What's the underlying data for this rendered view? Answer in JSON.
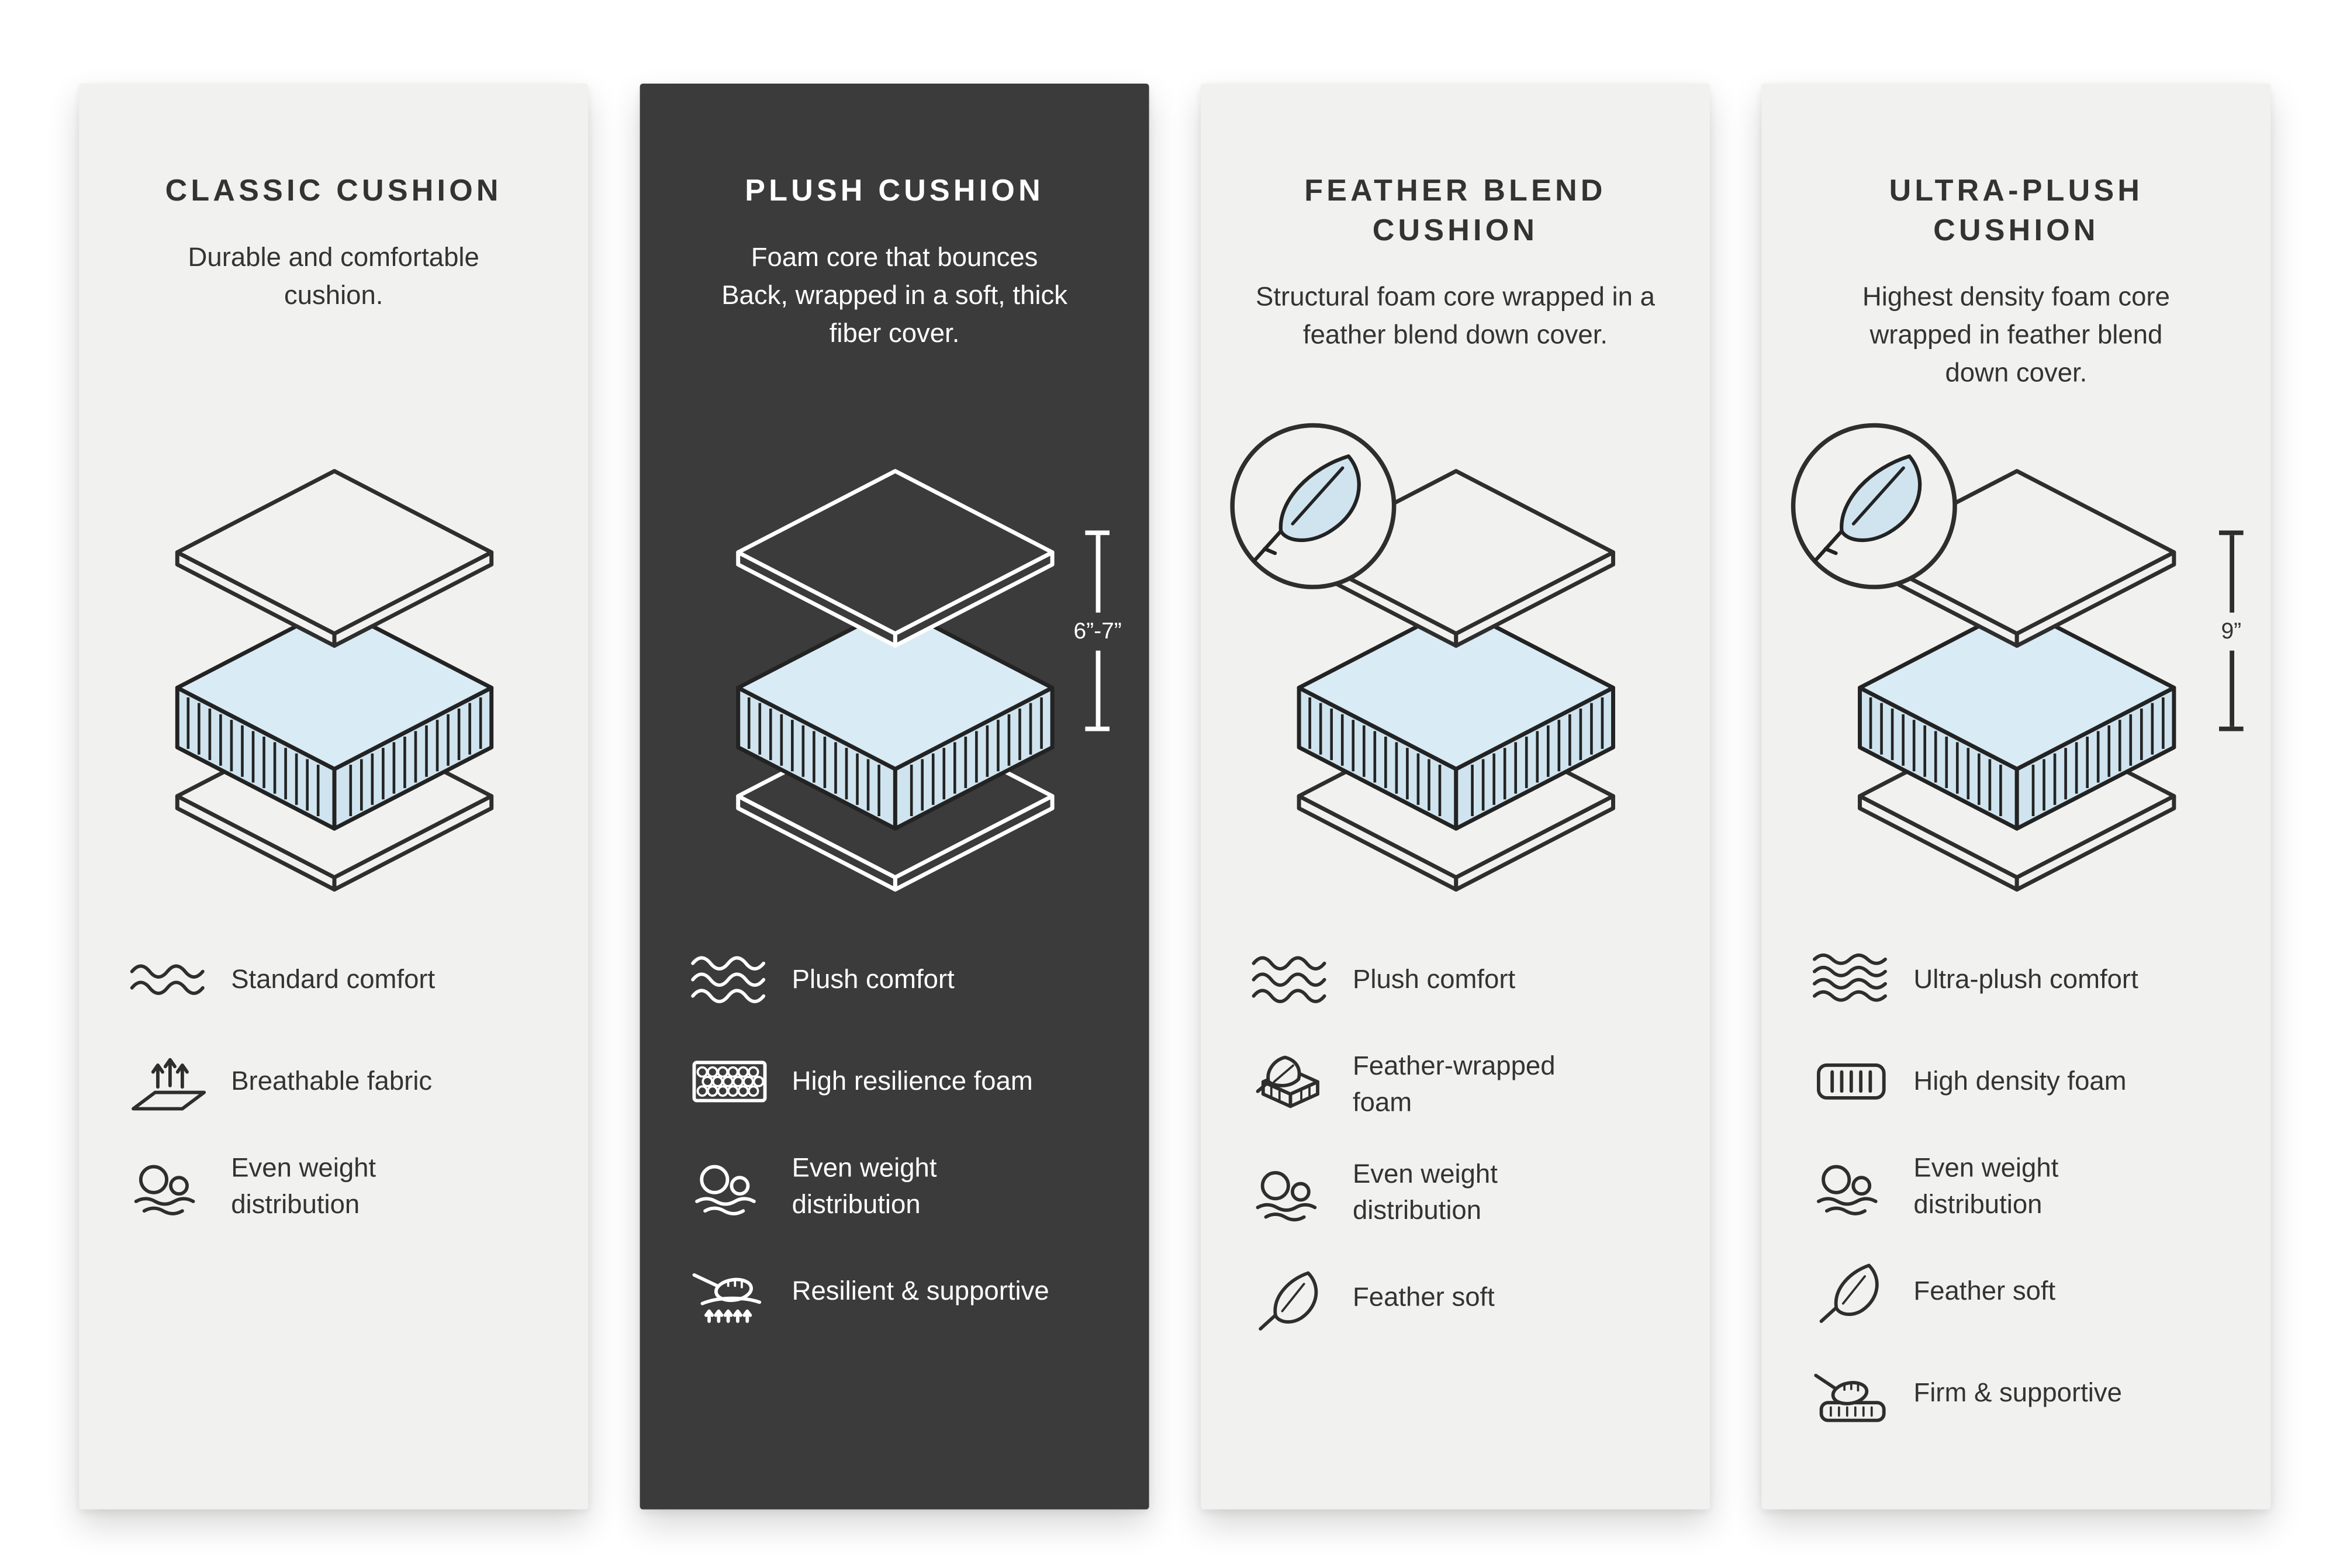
{
  "page": {
    "background": "#ffffff"
  },
  "colors": {
    "card_light": "#f1f1f0",
    "card_dark": "#3b3b3b",
    "foam_fill": "#cfe4ee",
    "foam_top_fill": "#d9ebf4",
    "outline_dark": "#2e2e2e",
    "outline_light": "#ffffff"
  },
  "cards": [
    {
      "id": "classic",
      "theme": "light",
      "title": "CLASSIC CUSHION",
      "description": "Durable and comfortable cushion.",
      "measurement": "",
      "badge": "",
      "features": [
        {
          "icon": "waves-2-icon",
          "label": "Standard comfort"
        },
        {
          "icon": "breathable-fabric-icon",
          "label": "Breathable fabric"
        },
        {
          "icon": "weight-distribution-icon",
          "label": "Even weight distribution"
        }
      ]
    },
    {
      "id": "plush",
      "theme": "dark",
      "title": "PLUSH CUSHION",
      "description": "Foam core that bounces Back, wrapped in a soft, thick fiber cover.",
      "measurement": "6”-7”",
      "badge": "",
      "features": [
        {
          "icon": "waves-3-icon",
          "label": "Plush comfort"
        },
        {
          "icon": "honeycomb-foam-icon",
          "label": "High resilience foam"
        },
        {
          "icon": "weight-distribution-icon",
          "label": "Even weight distribution"
        },
        {
          "icon": "resilient-supportive-icon",
          "label": "Resilient & supportive"
        }
      ]
    },
    {
      "id": "feather-blend",
      "theme": "light",
      "title": "FEATHER BLEND CUSHION",
      "description": "Structural foam core wrapped in a feather blend down cover.",
      "measurement": "",
      "badge": "feather",
      "features": [
        {
          "icon": "waves-3-icon",
          "label": "Plush comfort"
        },
        {
          "icon": "feather-wrapped-foam-icon",
          "label": "Feather-wrapped foam"
        },
        {
          "icon": "weight-distribution-icon",
          "label": "Even weight distribution"
        },
        {
          "icon": "feather-icon",
          "label": "Feather soft"
        }
      ]
    },
    {
      "id": "ultra-plush",
      "theme": "light",
      "title": "ULTRA-PLUSH CUSHION",
      "description": "Highest density foam core wrapped in feather blend down cover.",
      "measurement": "9”",
      "badge": "feather",
      "features": [
        {
          "icon": "waves-4-icon",
          "label": "Ultra-plush comfort"
        },
        {
          "icon": "high-density-foam-icon",
          "label": "High density foam"
        },
        {
          "icon": "weight-distribution-icon",
          "label": "Even weight distribution"
        },
        {
          "icon": "feather-icon",
          "label": "Feather soft"
        },
        {
          "icon": "firm-supportive-icon",
          "label": "Firm & supportive"
        }
      ]
    }
  ]
}
